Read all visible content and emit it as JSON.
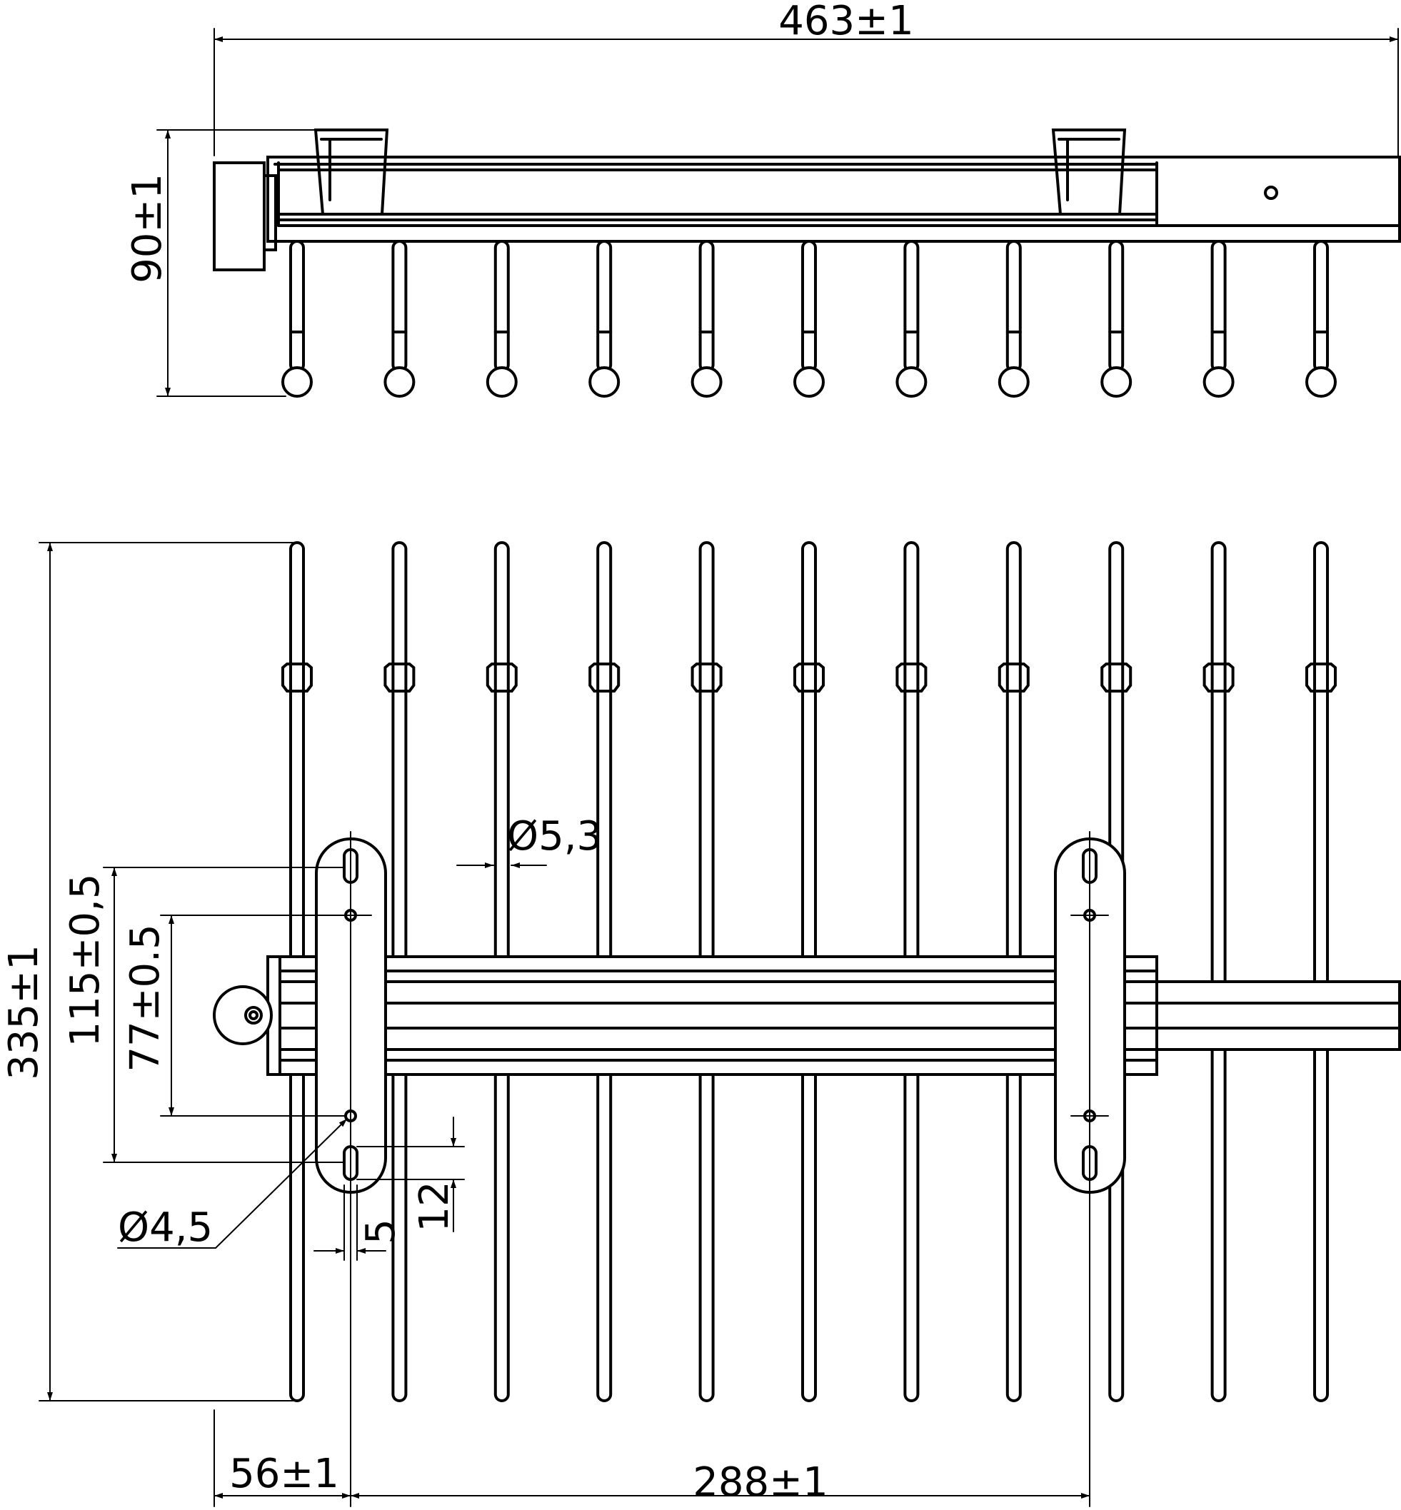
{
  "colors": {
    "line": "#000000",
    "background": "#ffffff"
  },
  "dimensions": {
    "overall_width": "463±1",
    "top_height": "90±1",
    "overall_depth": "335±1",
    "hole_span": "115±0,5",
    "hole_pitch": "77±0.5",
    "rod_diameter": "Ø5,3",
    "hole_diameter": "Ø4,5",
    "slot_width": "5",
    "slot_length": "12",
    "left_offset": "56±1",
    "bracket_pitch": "288±1"
  }
}
